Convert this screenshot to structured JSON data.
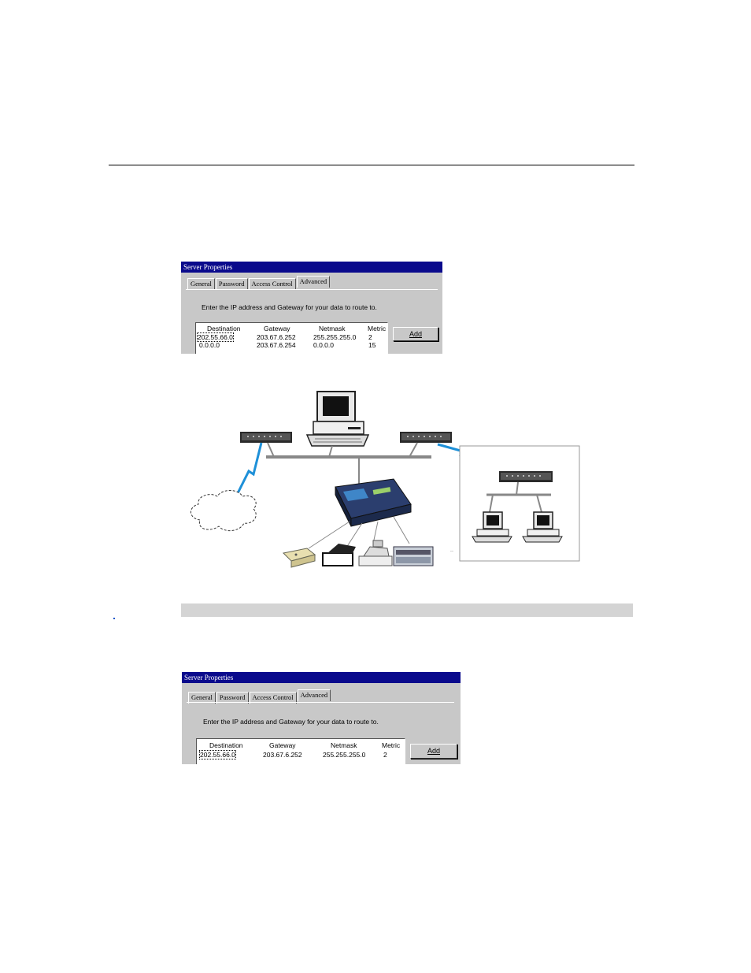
{
  "dialog1": {
    "title": "Server Properties",
    "tabs": [
      "General",
      "Password",
      "Access Control",
      "Advanced"
    ],
    "prompt": "Enter the IP address and Gateway for your data to route to.",
    "columns": [
      "Destination",
      "Gateway",
      "Netmask",
      "Metric"
    ],
    "rows": [
      [
        "202.55.66.0",
        "203.67.6.252",
        "255.255.255.0",
        "2"
      ],
      [
        "0.0.0.0",
        "203.67.6.254",
        "0.0.0.0",
        "15"
      ]
    ],
    "add_label": "Add"
  },
  "dialog2": {
    "title": "Server Properties",
    "tabs": [
      "General",
      "Password",
      "Access Control",
      "Advanced"
    ],
    "prompt": "Enter the IP address and Gateway for your data to route to.",
    "columns": [
      "Destination",
      "Gateway",
      "Netmask",
      "Metric"
    ],
    "rows": [
      [
        "202.55.66.0",
        "203.67.6.252",
        "255.255.255.0",
        "2"
      ]
    ],
    "add_label": "Add"
  },
  "colors": {
    "title_bar": "#0a0a8c",
    "wan_link": "#1e90d8",
    "dialog_face": "#c8c8c8"
  },
  "diagram": {
    "icons": [
      "router-icon",
      "router-icon",
      "router-icon",
      "pc-icon",
      "pc-icon",
      "pc-icon",
      "cloud-icon",
      "device-server-icon",
      "barcode-scanner-icon",
      "printer-icon",
      "cash-register-icon",
      "instrument-icon"
    ]
  }
}
